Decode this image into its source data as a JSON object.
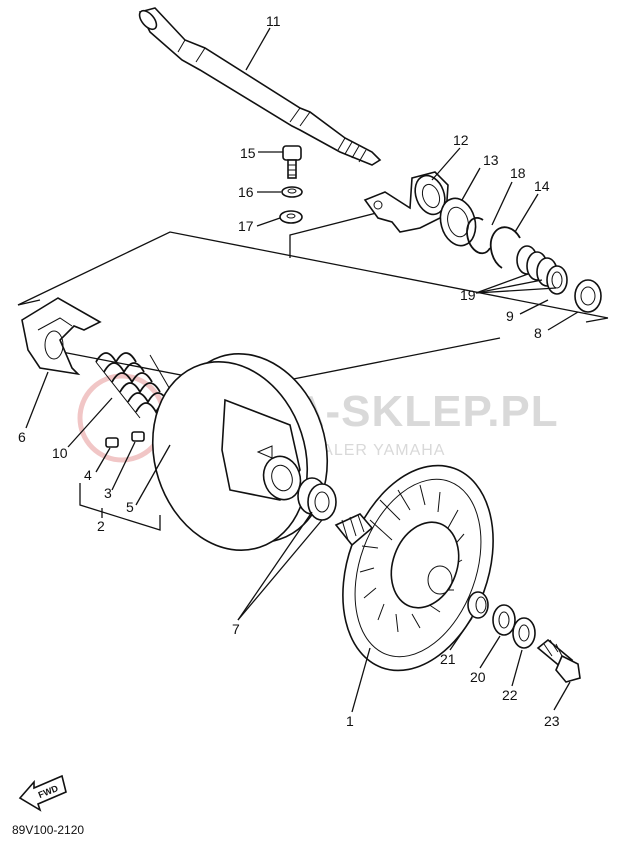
{
  "watermark": {
    "brand": "YAMA-SKLEP.PL",
    "dealer": "W        OWICZ | DEALER YAMAHA"
  },
  "diagram_code": "89V100-2120",
  "fwd_label": "FWD",
  "callouts": {
    "c1": "1",
    "c2": "2",
    "c3": "3",
    "c4": "4",
    "c5": "5",
    "c6": "6",
    "c7": "7",
    "c8": "8",
    "c9": "9",
    "c10": "10",
    "c11": "11",
    "c12": "12",
    "c13": "13",
    "c14": "14",
    "c15": "15",
    "c16": "16",
    "c17": "17",
    "c18": "18",
    "c19": "19",
    "c20": "20",
    "c21": "21",
    "c22": "22",
    "c23": "23"
  },
  "colors": {
    "line": "#111111",
    "watermark": "#d9d9d9",
    "watermark_logo": "#e8a0a0"
  }
}
